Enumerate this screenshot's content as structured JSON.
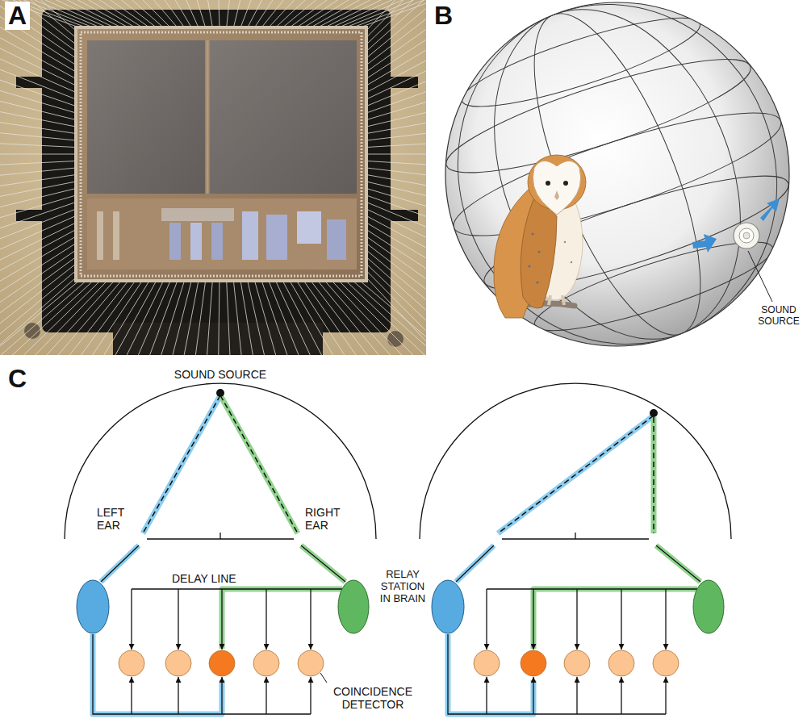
{
  "diagram": {
    "labels": [
      "A",
      "B",
      "SOUND SOURCE",
      "C",
      "SOUND SOURCE",
      "LEFT EAR",
      "RIGHT EAR",
      "RELAY STATION IN BRAIN",
      "DELAY LINE",
      "COINCIDENCE DETECTOR"
    ]
  }
}
